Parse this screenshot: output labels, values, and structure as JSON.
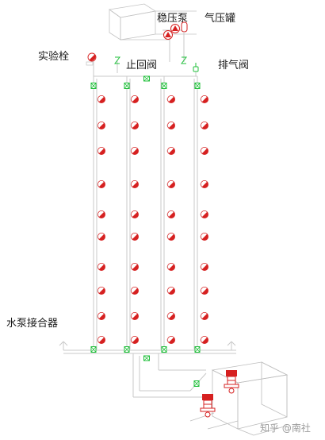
{
  "labels": {
    "pressure_pump": "稳压泵",
    "pressure_tank": "气压罐",
    "test_hydrant": "实验栓",
    "check_valve": "止回阀",
    "exhaust_valve": "排气阀",
    "pump_adapter": "水泵接合器"
  },
  "watermark": "知乎 @南社",
  "colors": {
    "pipe": "#c8c8c8",
    "hydrant_red": "#d62020",
    "valve_green": "#1fbf3a",
    "equipment_line": "#bdbdbd"
  }
}
